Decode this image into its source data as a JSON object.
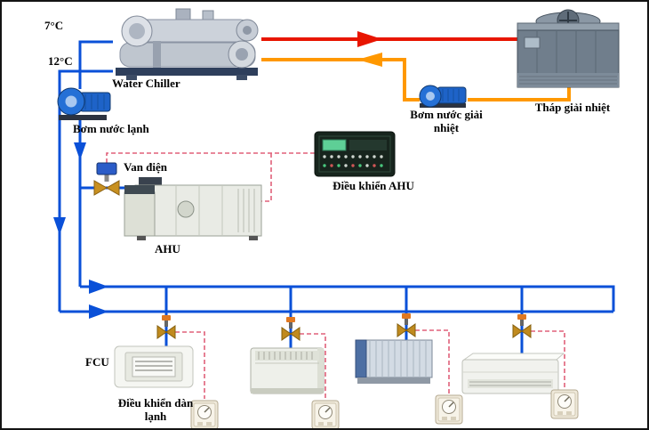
{
  "labels": {
    "supply_temp": "7°C",
    "return_temp": "12°C",
    "chiller": "Water Chiller",
    "cooling_tower": "Tháp giải nhiệt",
    "condenser_pump": "Bơm nước giải nhiệt",
    "chilled_pump": "Bơm nước lạnh",
    "electric_valve": "Van điện",
    "ahu": "AHU",
    "ahu_controller": "Điều khiển AHU",
    "fcu": "FCU",
    "fcu_controller": "Điều khiển dàn lạnh"
  },
  "equipment": {
    "water_chiller": "water chiller unit",
    "cooling_tower": "cooling tower",
    "condenser_pump": "condenser water pump",
    "chilled_pump": "chilled water pump",
    "electric_valve": "motorized 2-way valve",
    "ahu": "air handling unit",
    "ahu_controller": "AHU control panel",
    "fcu_cassette": "cassette fan coil unit",
    "fcu_floor": "floor-standing fan coil unit",
    "fcu_ducted": "ducted fan coil unit",
    "fcu_ceiling": "ceiling-suspended fan coil unit",
    "thermostats": "room thermostats x4",
    "branch_valves": "brass balancing valves x4"
  },
  "colors": {
    "pipe_supply": "#0a50d8",
    "pipe_hot": "#e81500",
    "pipe_warm": "#ff9800",
    "wire_control": "#e0607a",
    "pump_body": "#2570d6",
    "valve_brass": "#c08a1e"
  }
}
